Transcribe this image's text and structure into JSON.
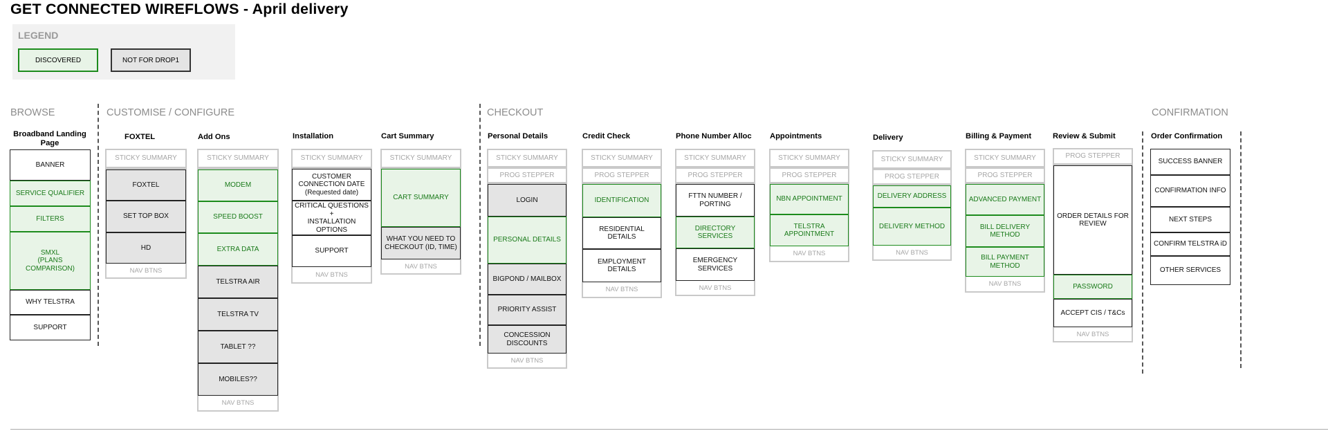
{
  "title": "GET CONNECTED WIREFLOWS   -  April delivery",
  "legend": {
    "title": "LEGEND",
    "discovered": "DISCOVERED",
    "not_for_drop": "NOT FOR DROP1"
  },
  "phases": {
    "browse": "BROWSE",
    "customise": "CUSTOMISE / CONFIGURE",
    "checkout": "CHECKOUT",
    "confirmation": "CONFIRMATION"
  },
  "columns": {
    "landing": {
      "title": "Broadband Landing Page",
      "items": [
        "BANNER",
        "SERVICE QUALIFIER",
        "FILTERS",
        "SMXL\n(PLANS COMPARISON)",
        "WHY TELSTRA",
        "SUPPORT"
      ]
    },
    "foxtel": {
      "title": "FOXTEL",
      "sticky": "STICKY SUMMARY",
      "items": [
        "FOXTEL",
        "SET TOP BOX",
        "HD"
      ],
      "nav": "NAV BTNS"
    },
    "addons": {
      "title": "Add Ons",
      "sticky": "STICKY SUMMARY",
      "items": [
        "MODEM",
        "SPEED BOOST",
        "EXTRA DATA",
        "TELSTRA  AIR",
        "TELSTRA  TV",
        "TABLET ??",
        "MOBILES??"
      ],
      "nav": "NAV BTNS"
    },
    "installation": {
      "title": "Installation",
      "sticky": "STICKY SUMMARY",
      "items": [
        "CUSTOMER CONNECTION DATE (Requested date)",
        "CRITICAL QUESTIONS\n+\nINSTALLATION OPTIONS",
        "SUPPORT"
      ],
      "nav": "NAV BTNS"
    },
    "cart": {
      "title": "Cart Summary",
      "sticky": "STICKY SUMMARY",
      "items": [
        "CART SUMMARY",
        "WHAT YOU NEED TO CHECKOUT (ID, TIME)"
      ],
      "nav": "NAV BTNS"
    },
    "personal": {
      "title": "Personal Details",
      "sticky": "STICKY SUMMARY",
      "stepper": "PROG STEPPER",
      "items": [
        "LOGIN",
        "PERSONAL DETAILS",
        "BIGPOND / MAILBOX",
        "PRIORITY ASSIST",
        "CONCESSION DISCOUNTS"
      ],
      "nav": "NAV BTNS"
    },
    "credit": {
      "title": "Credit Check",
      "sticky": "STICKY SUMMARY",
      "stepper": "PROG STEPPER",
      "items": [
        "IDENTIFICATION",
        "RESIDENTIAL DETAILS",
        "EMPLOYMENT DETAILS"
      ],
      "nav": "NAV BTNS"
    },
    "phone": {
      "title": "Phone Number Alloc",
      "sticky": "STICKY SUMMARY",
      "stepper": "PROG STEPPER",
      "items": [
        "FTTN NUMBER / PORTING",
        "DIRECTORY SERVICES",
        "EMERGENCY SERVICES"
      ],
      "nav": "NAV BTNS"
    },
    "appointments": {
      "title": "Appointments",
      "sticky": "STICKY SUMMARY",
      "stepper": "PROG STEPPER",
      "items": [
        "NBN APPOINTMENT",
        "TELSTRA APPOINTMENT"
      ],
      "nav": "NAV BTNS"
    },
    "delivery": {
      "title": "Delivery",
      "sticky": "STICKY SUMMARY",
      "stepper": "PROG STEPPER",
      "items": [
        "DELIVERY ADDRESS",
        "DELIVERY METHOD"
      ],
      "nav": "NAV BTNS"
    },
    "billing": {
      "title": "Billing & Payment",
      "sticky": "STICKY SUMMARY",
      "stepper": "PROG STEPPER",
      "items": [
        "ADVANCED PAYMENT",
        "BILL DELIVERY METHOD",
        "BILL PAYMENT METHOD"
      ],
      "nav": "NAV BTNS"
    },
    "review": {
      "title": "Review & Submit",
      "stepper": "PROG STEPPER",
      "items": [
        "ORDER DETAILS FOR REVIEW",
        "PASSWORD",
        "ACCEPT CIS / T&Cs"
      ],
      "nav": "NAV BTNS"
    },
    "confirm": {
      "title": "Order Confirmation",
      "items": [
        "SUCCESS BANNER",
        "CONFIRMATION INFO",
        "NEXT STEPS",
        "CONFIRM TELSTRA iD",
        "OTHER SERVICES"
      ]
    }
  },
  "colors": {
    "discovered_border": "#1c8b1c",
    "discovered_fill": "#e8f4e7",
    "not_for_drop_fill": "#e4e4e4"
  }
}
